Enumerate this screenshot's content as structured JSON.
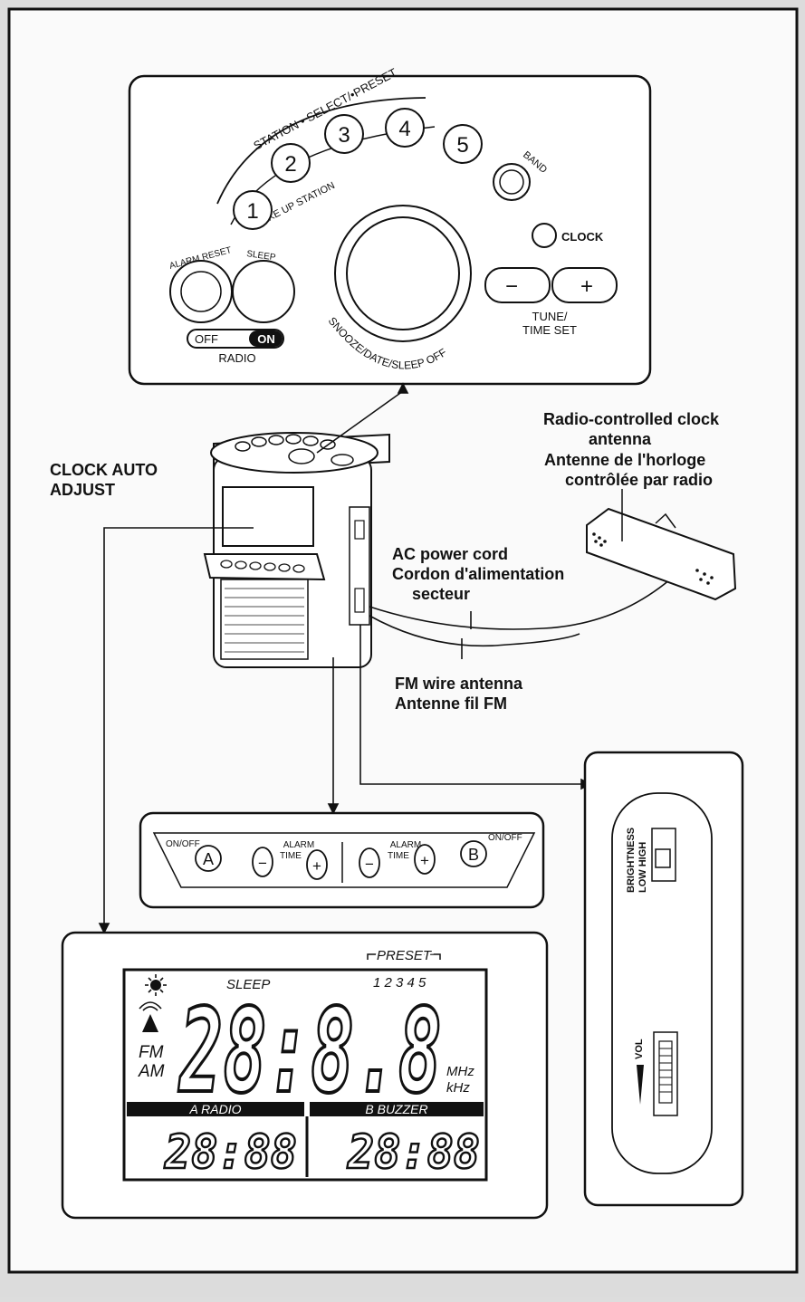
{
  "top_panel": {
    "presets": [
      "1",
      "2",
      "3",
      "4",
      "5"
    ],
    "station_select_preset": "STATION • SELECT/•PRESET",
    "wake_up_station": "WAKE UP STATION",
    "band": "BAND",
    "clock": "CLOCK",
    "alarm_reset": "ALARM RESET",
    "sleep": "SLEEP",
    "off": "OFF",
    "on": "ON",
    "radio": "RADIO",
    "snooze": "SNOOZE/DATE/SLEEP OFF",
    "tune_minus": "−",
    "tune_plus": "+",
    "tune_line1": "TUNE/",
    "tune_line2": "TIME SET"
  },
  "callouts": {
    "clock_auto_line1": "CLOCK AUTO",
    "clock_auto_line2": "ADJUST",
    "antenna_line1": "Radio-controlled clock",
    "antenna_line2": "antenna",
    "antenna_line3": "Antenne de l'horloge",
    "antenna_line4": "contrôlée par radio",
    "ac_line1": "AC power cord",
    "ac_line2": "Cordon d'alimentation",
    "ac_line3": "secteur",
    "fm_line1": "FM wire antenna",
    "fm_line2": "Antenne fil FM"
  },
  "alarm_panel": {
    "onoff": "ON/OFF",
    "a": "A",
    "b": "B",
    "alarm": "ALARM",
    "time": "TIME",
    "minus": "−",
    "plus": "+"
  },
  "side_panel": {
    "brightness": "BRIGHTNESS",
    "low_high": "LOW HIGH",
    "vol": "VOL"
  },
  "display": {
    "preset": "PRESET",
    "sleep": "SLEEP",
    "preset_nums": "1 2 3 4 5",
    "fm": "FM",
    "am": "AM",
    "main_digits": "28:8.8",
    "mhz": "MHz",
    "khz": "kHz",
    "a_radio": "A  RADIO",
    "b_buzzer": "B  BUZZER",
    "a_digits": "28:88",
    "b_digits": "28:88"
  }
}
